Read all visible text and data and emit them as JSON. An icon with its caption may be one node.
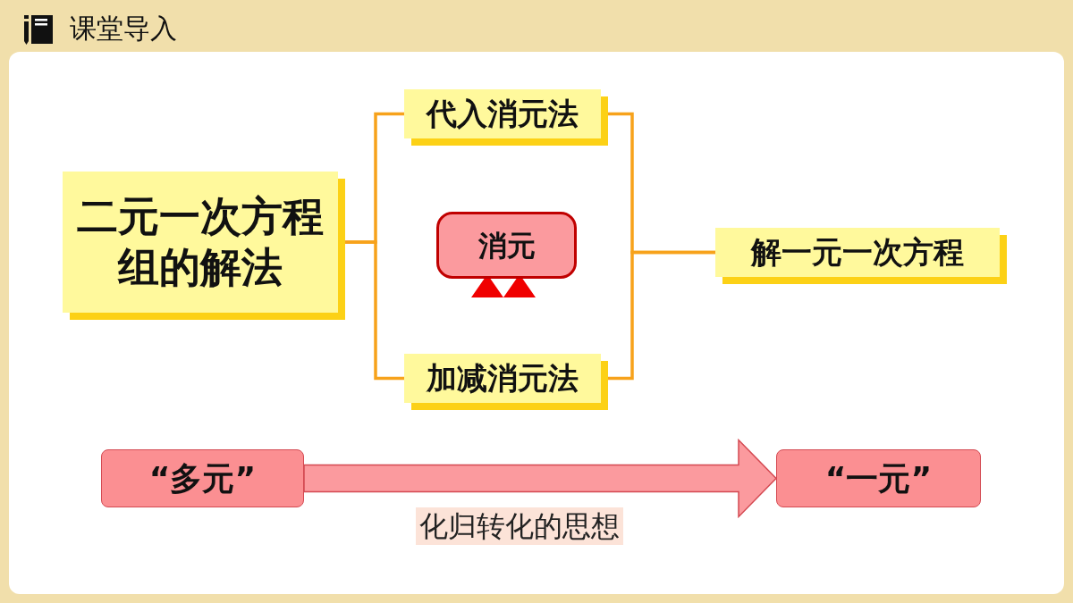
{
  "diagram": {
    "title": "课堂导入",
    "nodes": [
      {
        "text": [
          "二元一次方程组的解法"
        ]
      },
      {
        "text": [
          "代入消元法"
        ]
      },
      {
        "text": [
          "消元"
        ]
      },
      {
        "text": [
          "加减消元法"
        ]
      },
      {
        "text": [
          "解一元一次方程"
        ]
      },
      {
        "text": [
          "“多元”"
        ]
      },
      {
        "text": [
          "“一元”"
        ]
      }
    ],
    "edges": [
      {
        "from": 0,
        "to": 1,
        "arrow": "none"
      },
      {
        "from": 0,
        "to": 3,
        "arrow": "none"
      },
      {
        "from": 1,
        "to": 4,
        "arrow": "none"
      },
      {
        "from": 3,
        "to": 4,
        "arrow": "none"
      },
      {
        "from": 5,
        "to": 6,
        "arrow": "to",
        "label": "化归转化的思想"
      }
    ]
  }
}
